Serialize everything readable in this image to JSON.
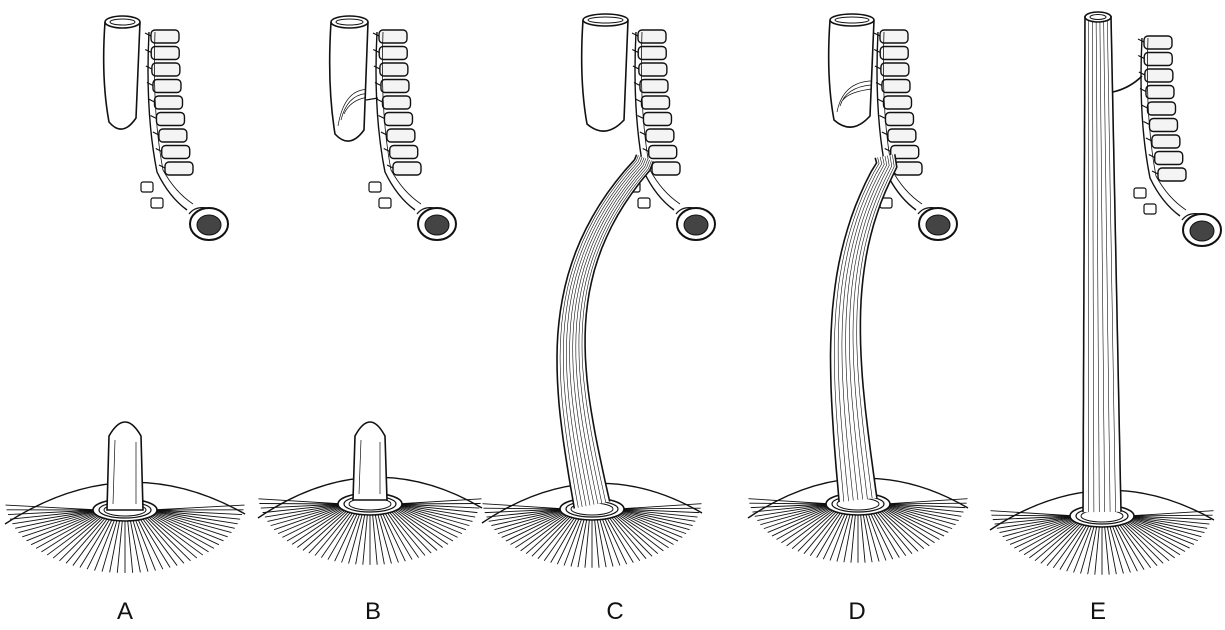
{
  "figure": {
    "panels": [
      {
        "id": "A",
        "label": "A"
      },
      {
        "id": "B",
        "label": "B"
      },
      {
        "id": "C",
        "label": "C"
      },
      {
        "id": "D",
        "label": "D"
      },
      {
        "id": "E",
        "label": "E"
      }
    ],
    "colors": {
      "ink": "#111111",
      "paper": "#ffffff",
      "vertebra-fill": "#f4f4f4"
    }
  }
}
